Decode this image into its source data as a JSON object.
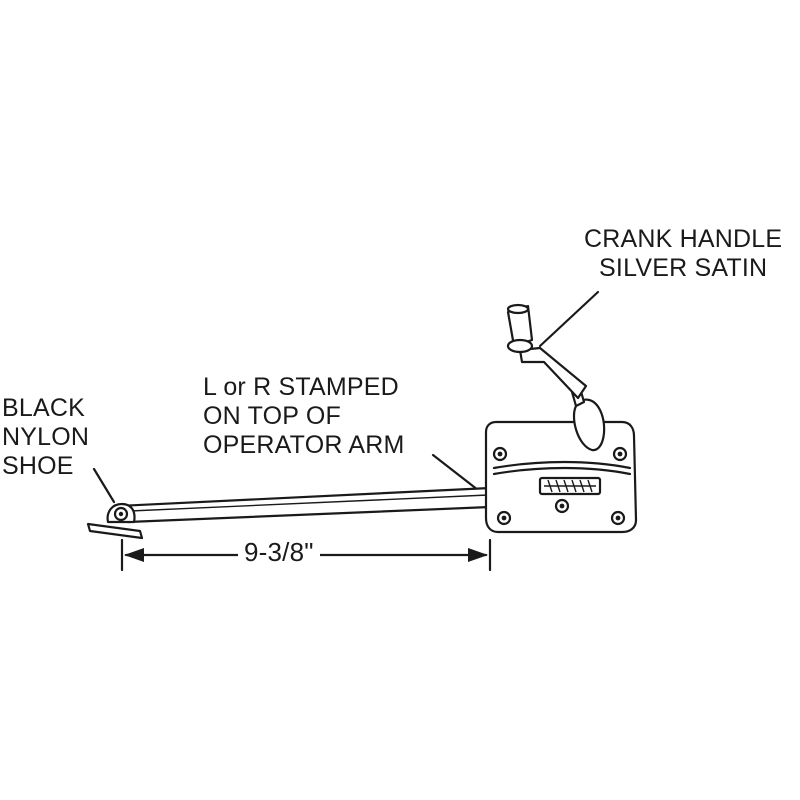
{
  "labels": {
    "shoe": [
      "BLACK",
      "NYLON",
      "SHOE"
    ],
    "stamp": [
      "L or R STAMPED",
      "ON TOP OF",
      "OPERATOR ARM"
    ],
    "crank": [
      "CRANK HANDLE",
      "SILVER SATIN"
    ],
    "dimension": "9-3/8\""
  },
  "colors": {
    "line": "#1a1a1a",
    "background": "#ffffff"
  }
}
